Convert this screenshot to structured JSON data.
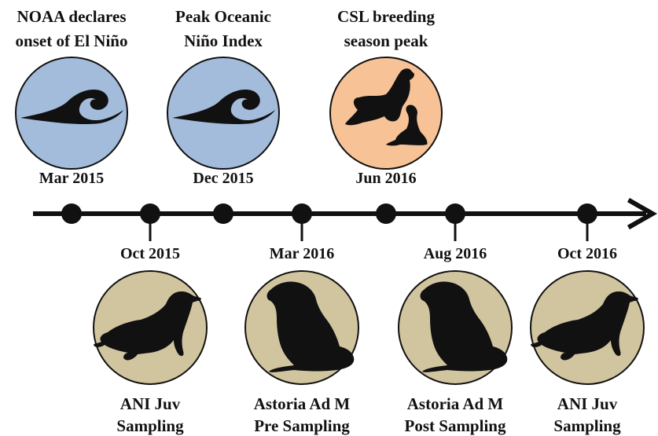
{
  "colors": {
    "ocean_circle": "#a3bcdc",
    "breeding_circle": "#f6c296",
    "sampling_circle": "#d1c5a0",
    "outline": "#111111",
    "text": "#111111"
  },
  "top_events": [
    {
      "icon": "wave-icon",
      "lines": [
        "NOAA declares",
        "onset of El Niño"
      ],
      "date": "Mar 2015"
    },
    {
      "icon": "wave-icon",
      "lines": [
        "Peak Oceanic",
        "Niño Index"
      ],
      "date": "Dec 2015"
    },
    {
      "icon": "sea-lion-pair-icon",
      "lines": [
        "CSL breeding",
        "season peak"
      ],
      "date": "Jun 2016"
    }
  ],
  "bottom_dates": [
    "Oct 2015",
    "Mar 2016",
    "Aug 2016",
    "Oct 2016"
  ],
  "bottom_events": [
    {
      "icon": "juvenile-sea-lion-icon",
      "lines": [
        "ANI Juv",
        "Sampling"
      ]
    },
    {
      "icon": "adult-male-sea-lion-icon",
      "lines": [
        "Astoria Ad M",
        "Pre Sampling"
      ]
    },
    {
      "icon": "adult-male-sea-lion-icon",
      "lines": [
        "Astoria Ad M",
        "Post Sampling"
      ]
    },
    {
      "icon": "juvenile-sea-lion-icon",
      "lines": [
        "ANI Juv",
        "Sampling"
      ]
    }
  ]
}
